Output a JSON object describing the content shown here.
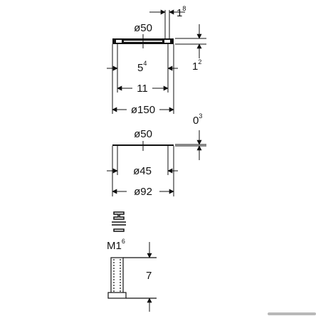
{
  "colors": {
    "ink": "#111111",
    "plate": "#111111",
    "muted": "#b8b8b8"
  },
  "part1": {
    "thickness": {
      "base": "1",
      "sup": "8"
    },
    "center_diameter": "ø50",
    "height": {
      "base": "1",
      "sup": "2"
    },
    "inner_gap": {
      "base": "5",
      "sup": "4"
    },
    "inner_span": "11",
    "outer_diameter": "ø150"
  },
  "part2": {
    "thickness": {
      "base": "0",
      "sup": "3"
    },
    "center_diameter": "ø50",
    "inner_diameter": "ø45",
    "outer_diameter": "ø92"
  },
  "part3": {
    "thread": {
      "base": "M1",
      "sup": "6"
    },
    "length": "7"
  }
}
